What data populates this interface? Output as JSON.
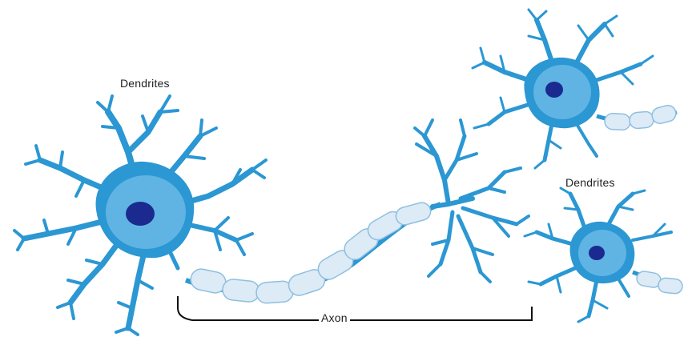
{
  "labels": {
    "dendrites_left": "Dendrites",
    "dendrites_right": "Dendrites",
    "axon": "Axon"
  },
  "colors": {
    "cell_body": "#2b97d3",
    "cell_inner": "#5fb4e4",
    "nucleus": "#1b2a8e",
    "myelin": "#dcebf6",
    "myelin_stroke": "#8fbfe0",
    "bracket": "#111111"
  }
}
